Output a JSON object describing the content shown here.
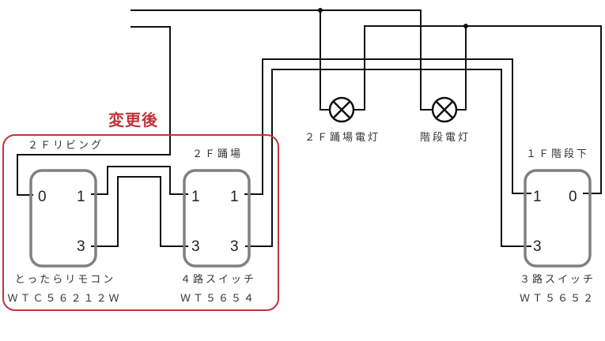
{
  "group_title": "変更後",
  "switches": {
    "remote": {
      "location": "２Ｆリビング",
      "type": "とったらリモコン",
      "model": "ＷＴＣ５６２１２Ｗ",
      "terminals": [
        "0",
        "1",
        "3"
      ]
    },
    "four_way": {
      "location": "２Ｆ踊場",
      "type": "４路スイッチ",
      "model": "ＷＴ５６５４",
      "terminals": [
        "1",
        "1",
        "3",
        "3"
      ]
    },
    "three_way": {
      "location": "１Ｆ階段下",
      "type": "３路スイッチ",
      "model": "ＷＴ５６５２",
      "terminals": [
        "1",
        "0",
        "3"
      ]
    }
  },
  "lamps": {
    "landing": "２Ｆ踊場電灯",
    "stairs": "階段電灯"
  },
  "colors": {
    "wire": "#111111",
    "switch_box": "#808080",
    "group_border": "#c0343a"
  }
}
